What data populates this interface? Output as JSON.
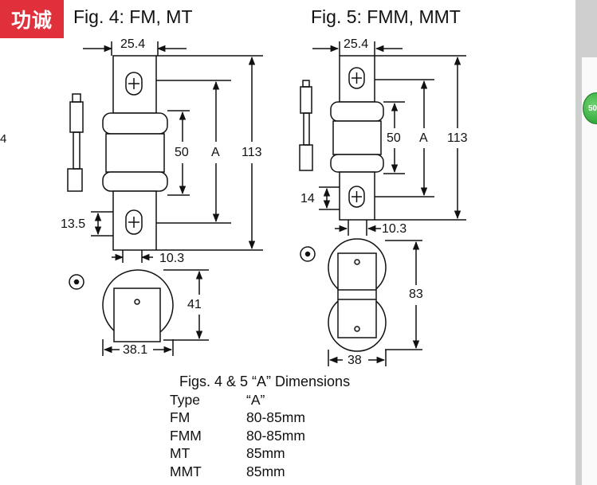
{
  "badge": {
    "text": "功诚"
  },
  "edge_mark": "4",
  "zoom_button": {
    "label": "50",
    "color": "#2aa53a"
  },
  "figure4": {
    "title": "Fig. 4: FM, MT",
    "dims": {
      "top_width": "25.4",
      "body_height": "50",
      "a": "A",
      "overall": "113",
      "tab_height": "13.5",
      "tab_offset": "10.3",
      "end_height": "41",
      "end_width": "38.1"
    }
  },
  "figure5": {
    "title": "Fig. 5: FMM, MMT",
    "dims": {
      "top_width": "25.4",
      "body_height": "50",
      "a": "A",
      "overall": "113",
      "tab_height": "14",
      "tab_offset": "10.3",
      "end_height": "83",
      "end_width": "38"
    }
  },
  "table": {
    "caption": "Figs. 4 & 5 “A” Dimensions",
    "header": [
      "Type",
      "“A”"
    ],
    "rows": [
      [
        "FM",
        "80-85mm"
      ],
      [
        "FMM",
        "80-85mm"
      ],
      [
        "MT",
        "85mm"
      ],
      [
        "MMT",
        "85mm"
      ]
    ]
  }
}
